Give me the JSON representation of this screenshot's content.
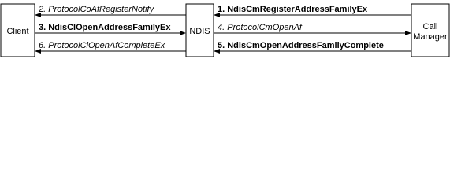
{
  "diagram": {
    "boxes": {
      "client": "Client",
      "ndis": "NDIS",
      "call_manager_line1": "Call",
      "call_manager_line2": "Manager"
    },
    "messages": [
      {
        "label": "1. NdisCmRegisterAddressFamilyEx",
        "style": "bold",
        "direction": "cm-to-ndis"
      },
      {
        "label": "2. ProtocolCoAfRegisterNotify",
        "style": "italic",
        "direction": "ndis-to-client"
      },
      {
        "label": "3. NdisClOpenAddressFamilyEx",
        "style": "bold",
        "direction": "client-to-ndis"
      },
      {
        "label": "4. ProtocolCmOpenAf",
        "style": "italic",
        "direction": "ndis-to-cm"
      },
      {
        "label": "5. NdisCmOpenAddressFamilyComplete",
        "style": "bold",
        "direction": "cm-to-ndis"
      },
      {
        "label": "6. ProtocolClOpenAfCompleteEx",
        "style": "italic",
        "direction": "ndis-to-client"
      }
    ],
    "colors": {
      "stroke": "#000000",
      "fill": "#ffffff"
    }
  }
}
